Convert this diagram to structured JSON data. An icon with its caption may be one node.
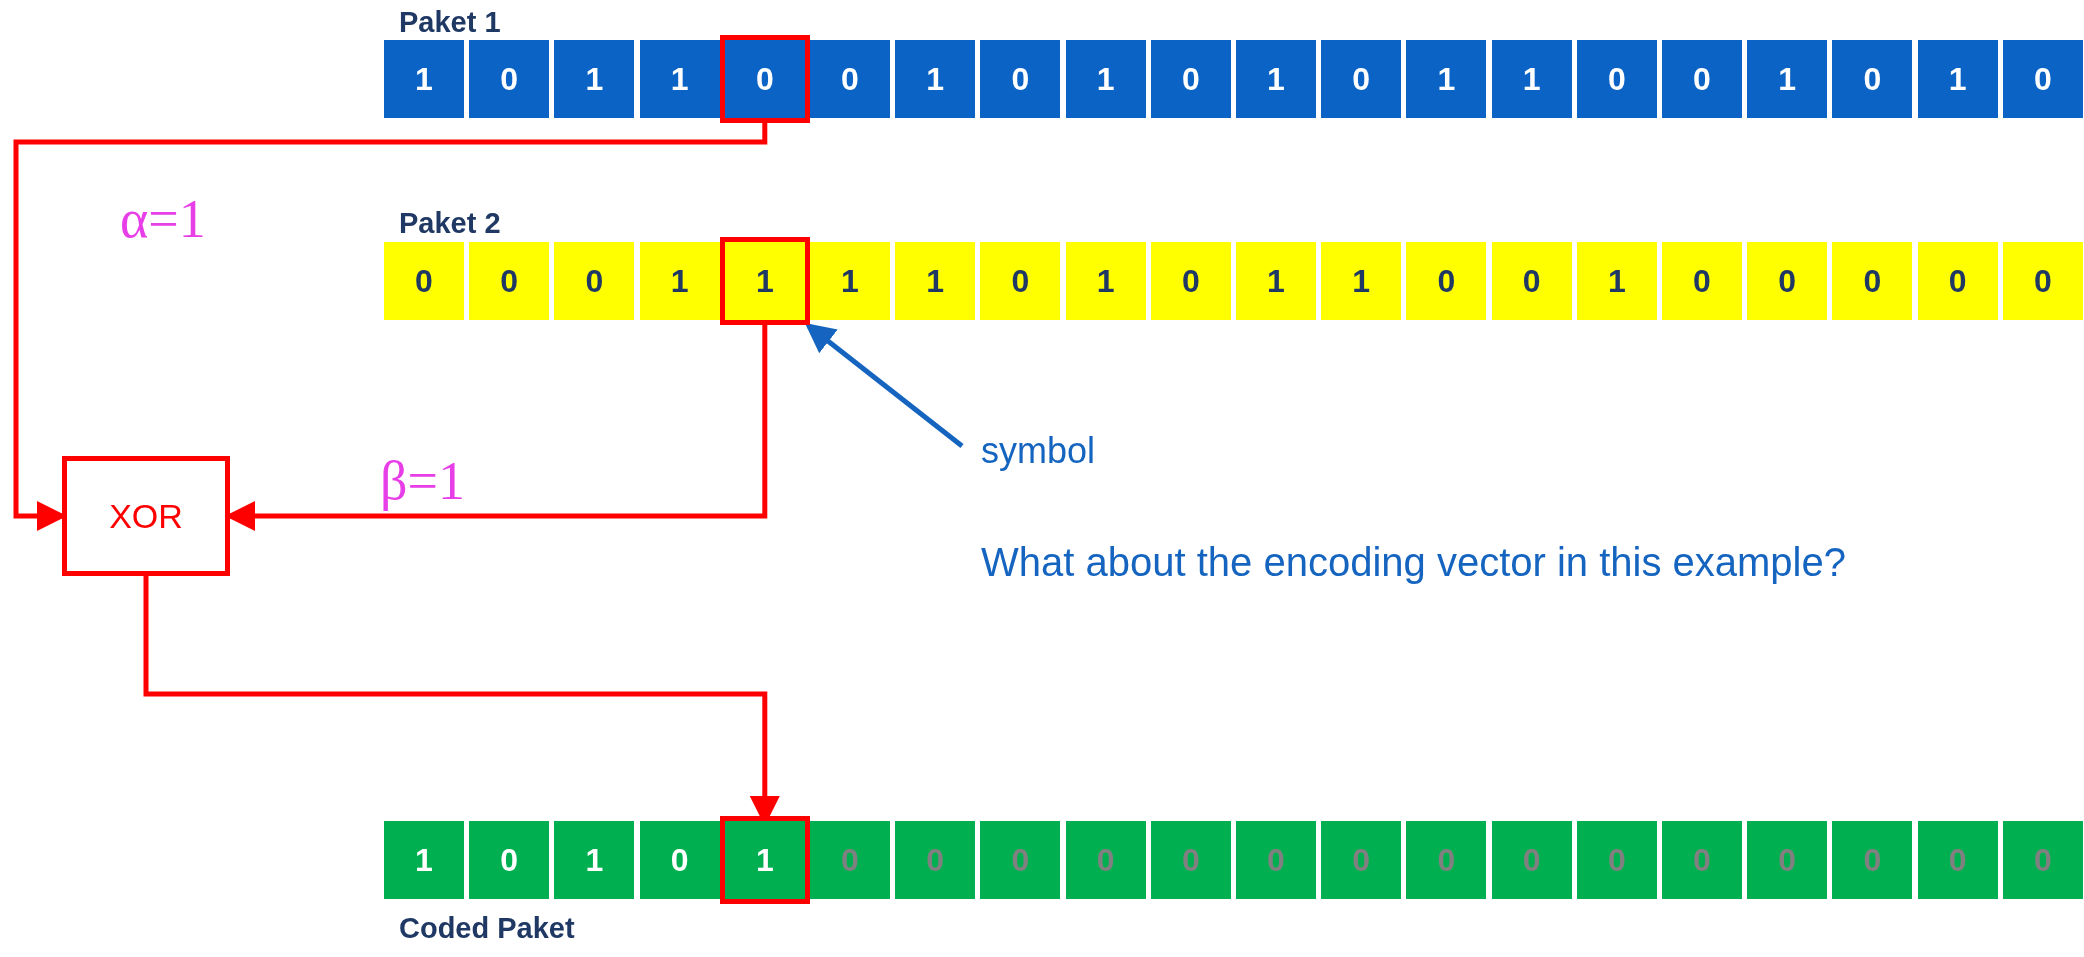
{
  "diagram": {
    "nodes": [
      {
        "text": [
          "1"
        ]
      },
      {
        "text": [
          "0"
        ]
      },
      {
        "text": [
          "1"
        ]
      },
      {
        "text": [
          "1"
        ]
      },
      {
        "text": [
          "0"
        ]
      },
      {
        "text": [
          "0"
        ]
      },
      {
        "text": [
          "1"
        ]
      },
      {
        "text": [
          "0"
        ]
      },
      {
        "text": [
          "1"
        ]
      },
      {
        "text": [
          "0"
        ]
      },
      {
        "text": [
          "1"
        ]
      },
      {
        "text": [
          "0"
        ]
      },
      {
        "text": [
          "1"
        ]
      },
      {
        "text": [
          "1"
        ]
      },
      {
        "text": [
          "0"
        ]
      },
      {
        "text": [
          "0"
        ]
      },
      {
        "text": [
          "1"
        ]
      },
      {
        "text": [
          "0"
        ]
      },
      {
        "text": [
          "1"
        ]
      },
      {
        "text": [
          "0"
        ]
      },
      {
        "text": [
          "0"
        ]
      },
      {
        "text": [
          "0"
        ]
      },
      {
        "text": [
          "0"
        ]
      },
      {
        "text": [
          "1"
        ]
      },
      {
        "text": [
          "1"
        ]
      },
      {
        "text": [
          "1"
        ]
      },
      {
        "text": [
          "1"
        ]
      },
      {
        "text": [
          "0"
        ]
      },
      {
        "text": [
          "1"
        ]
      },
      {
        "text": [
          "0"
        ]
      },
      {
        "text": [
          "1"
        ]
      },
      {
        "text": [
          "1"
        ]
      },
      {
        "text": [
          "0"
        ]
      },
      {
        "text": [
          "0"
        ]
      },
      {
        "text": [
          "1"
        ]
      },
      {
        "text": [
          "0"
        ]
      },
      {
        "text": [
          "0"
        ]
      },
      {
        "text": [
          "0"
        ]
      },
      {
        "text": [
          "0"
        ]
      },
      {
        "text": [
          "0"
        ]
      },
      {
        "text": [
          "1"
        ]
      },
      {
        "text": [
          "0"
        ]
      },
      {
        "text": [
          "1"
        ]
      },
      {
        "text": [
          "0"
        ]
      },
      {
        "text": [
          "1"
        ]
      },
      {
        "text": [
          "0"
        ]
      },
      {
        "text": [
          "0"
        ]
      },
      {
        "text": [
          "0"
        ]
      },
      {
        "text": [
          "0"
        ]
      },
      {
        "text": [
          "0"
        ]
      },
      {
        "text": [
          "0"
        ]
      },
      {
        "text": [
          "0"
        ]
      },
      {
        "text": [
          "0"
        ]
      },
      {
        "text": [
          "0"
        ]
      },
      {
        "text": [
          "0"
        ]
      },
      {
        "text": [
          "0"
        ]
      },
      {
        "text": [
          "0"
        ]
      },
      {
        "text": [
          "0"
        ]
      },
      {
        "text": [
          "0"
        ]
      },
      {
        "text": [
          "0"
        ]
      },
      {
        "text": [
          "XOR"
        ]
      },
      {
        "text": [
          "symbol"
        ]
      }
    ],
    "edges": [
      {
        "from": 4,
        "to": 60,
        "arrow": "to",
        "label": "α=1"
      },
      {
        "from": 24,
        "to": 60,
        "arrow": "to",
        "label": "β=1"
      },
      {
        "from": 60,
        "to": 44,
        "arrow": "to"
      },
      {
        "from": 61,
        "to": 24,
        "arrow": "to",
        "color": "#1565c0"
      }
    ],
    "labels": [
      "Paket 1",
      "Paket 2",
      "What about the encoding vector in this example?",
      "Coded Paket"
    ]
  }
}
